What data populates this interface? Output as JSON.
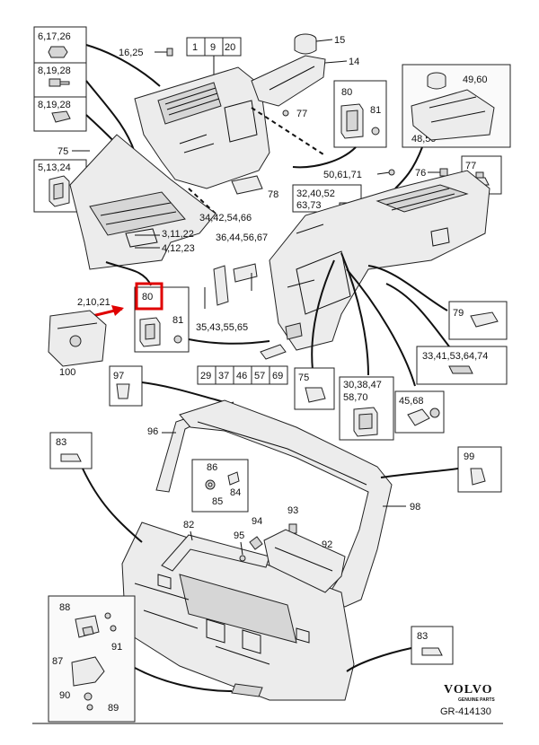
{
  "callouts": {
    "c1": "15",
    "c2": "14",
    "c3": "16,25",
    "c4": "77",
    "c5": "49,60",
    "c6": "48,59",
    "c7": "80",
    "c8": "81",
    "c9": "75",
    "c10": "50,61,71",
    "c11": "76",
    "c12": "77",
    "c13": "78",
    "c14": "34,42,54,66",
    "c15": "36,44,56,67",
    "c16": "3,11,22",
    "c17": "4,12,23",
    "c18": "2,10,21",
    "c19": "80",
    "c20": "81",
    "c21": "35,43,55,65",
    "c22": "79",
    "c23": "33,41,53,64,74",
    "c24": "100",
    "c25": "97",
    "c26": "75",
    "c27": "30,38,47",
    "c28": "58,70",
    "c29": "45,68",
    "c30": "96",
    "c31": "99",
    "c32": "98",
    "c33": "83",
    "c34": "86",
    "c35": "84",
    "c36": "85",
    "c37": "82",
    "c38": "93",
    "c39": "94",
    "c40": "95",
    "c41": "92",
    "c42": "88",
    "c43": "91",
    "c44": "87",
    "c45": "90",
    "c46": "89",
    "c47": "83"
  },
  "boxes": {
    "b1": "6,17,26",
    "b2": "8,19,28",
    "b3": "8,19,28",
    "b4": "5,13,24",
    "b5": "32,40,52",
    "b6": "63,73"
  },
  "refbox_top": [
    "1",
    "9",
    "20"
  ],
  "refbox_bottom": [
    "29",
    "37",
    "46",
    "57",
    "69"
  ],
  "footer": {
    "brand": "VOLVO",
    "brand_sub": "GENUINE PARTS",
    "code": "GR-414130"
  }
}
